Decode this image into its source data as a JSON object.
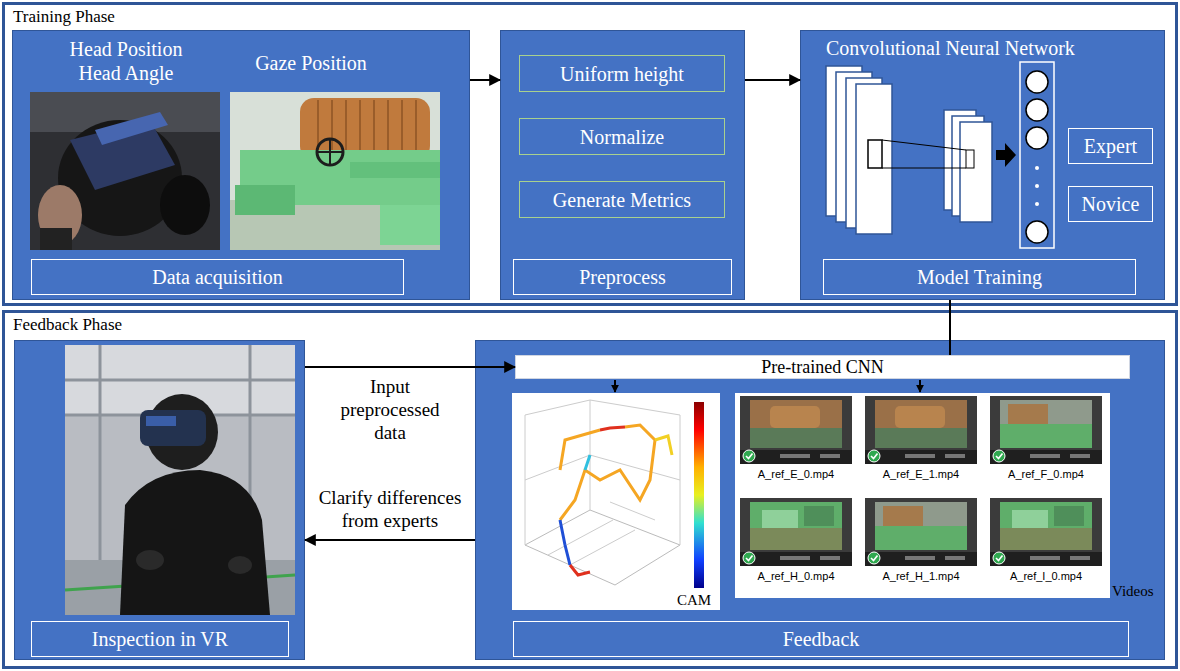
{
  "diagram": {
    "nodes": [
      {
        "text": [
          "Training Phase"
        ]
      },
      {
        "text": [
          "Head Position Head Angle",
          "Gaze Position",
          "Data acquisition"
        ],
        "in": 0
      },
      {
        "text": [
          "Preprocess"
        ],
        "in": 0
      },
      {
        "text": [
          "Uniform height"
        ],
        "in": 2
      },
      {
        "text": [
          "Normalize"
        ],
        "in": 2
      },
      {
        "text": [
          "Generate Metrics"
        ],
        "in": 2
      },
      {
        "text": [
          "Convolutional Neural Network",
          "Model Training"
        ],
        "in": 0
      },
      {
        "text": [
          "Expert"
        ],
        "in": 6
      },
      {
        "text": [
          "Novice"
        ],
        "in": 6
      },
      {
        "text": [
          "Feedback Phase"
        ]
      },
      {
        "text": [
          "Inspection in VR"
        ],
        "in": 9
      },
      {
        "text": [
          "Feedback"
        ],
        "in": 9
      },
      {
        "text": [
          "Pre-trained CNN"
        ],
        "in": 11
      }
    ],
    "edges": [
      {
        "from": 1,
        "to": 2,
        "arrow": "to"
      },
      {
        "from": 2,
        "to": 6,
        "arrow": "to"
      },
      {
        "from": 6,
        "to": 12,
        "arrow": "none"
      },
      {
        "from": 10,
        "to": 12,
        "label": "Input preprocessed data",
        "arrow": "to"
      },
      {
        "from": 11,
        "to": 10,
        "label": "Clarify differences from experts",
        "arrow": "to"
      }
    ],
    "labels": [
      "A_ref_E_0.mp4",
      "A_ref_E_1.mp4",
      "A_ref_F_0.mp4",
      "A_ref_H_0.mp4",
      "A_ref_H_1.mp4",
      "A_ref_I_0.mp4",
      "CAM",
      "Videos"
    ]
  }
}
